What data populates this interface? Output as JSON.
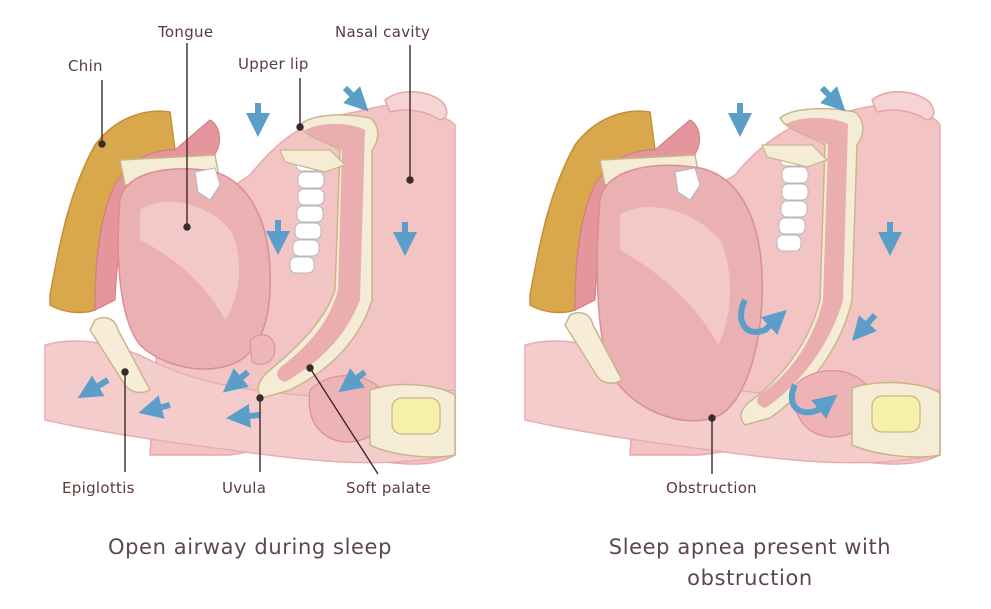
{
  "labels": {
    "chin": "Chin",
    "tongue": "Tongue",
    "upper_lip": "Upper lip",
    "nasal_cavity": "Nasal cavity",
    "epiglottis": "Epiglottis",
    "uvula": "Uvula",
    "soft_palate": "Soft palate",
    "obstruction": "Obstruction"
  },
  "captions": {
    "left": "Open airway during sleep",
    "right_line1": "Sleep apnea present with",
    "right_line2": "obstruction"
  },
  "colors": {
    "flesh": "#f0c2c2",
    "flesh_dark": "#e6a8ab",
    "tongue": "#eab3b4",
    "tongue_light": "#f6d7d6",
    "fat": "#d8a64a",
    "bone": "#f5ecd6",
    "arrow": "#5b9ec7",
    "line": "#3a2a2a"
  }
}
